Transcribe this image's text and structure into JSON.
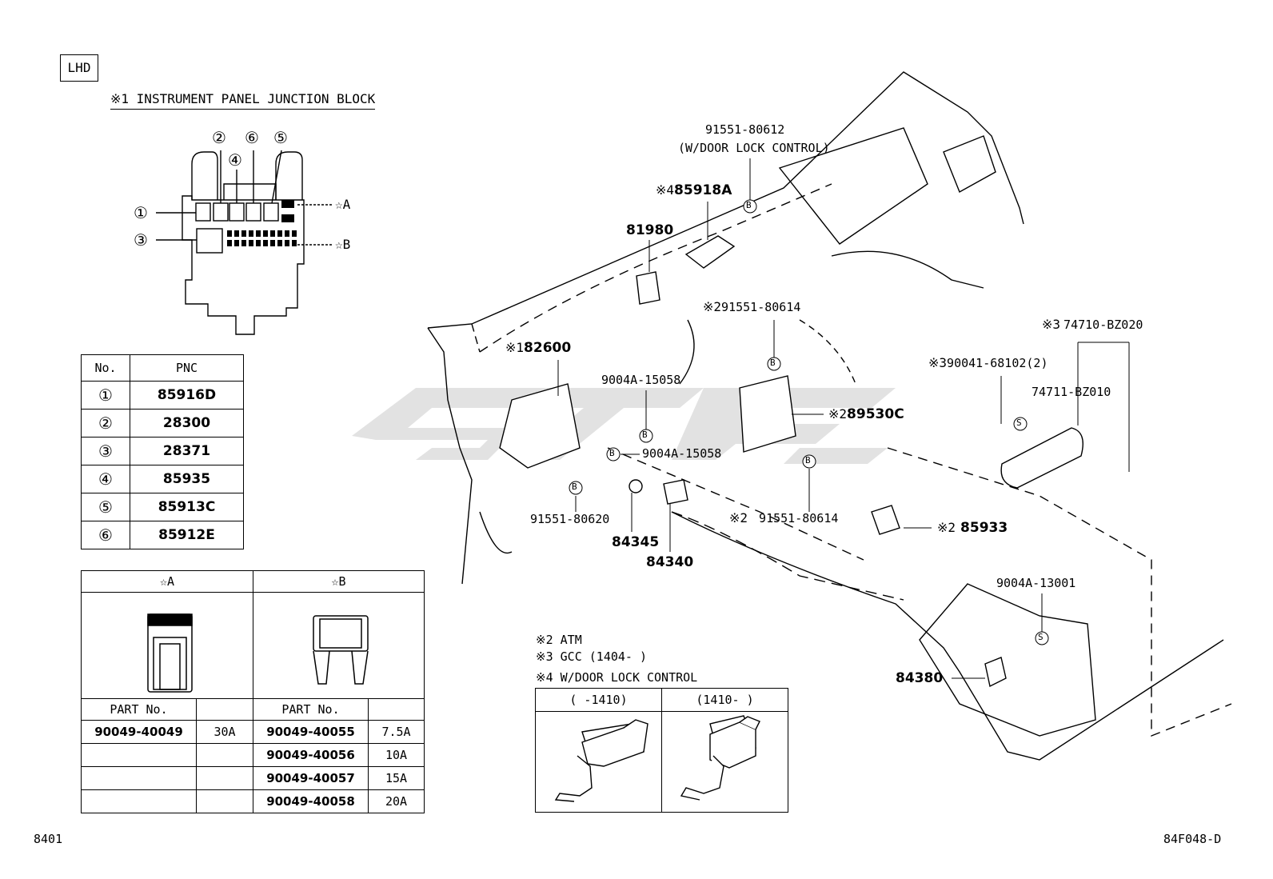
{
  "lhd_label": "LHD",
  "junction_title": "※1 INSTRUMENT PANEL JUNCTION BLOCK",
  "jb_callouts": [
    "①",
    "②",
    "③",
    "④",
    "⑤",
    "⑥",
    "☆A",
    "☆B"
  ],
  "pnc_table": {
    "headers": [
      "No.",
      "PNC"
    ],
    "rows": [
      {
        "no": "①",
        "pnc": "85916D"
      },
      {
        "no": "②",
        "pnc": "28300"
      },
      {
        "no": "③",
        "pnc": "28371"
      },
      {
        "no": "④",
        "pnc": "85935"
      },
      {
        "no": "⑤",
        "pnc": "85913C"
      },
      {
        "no": "⑥",
        "pnc": "85912E"
      }
    ]
  },
  "fuse_table": {
    "header_a": "☆A",
    "header_b": "☆B",
    "part_label": "PART No.",
    "a_rows": [
      {
        "part": "90049-40049",
        "amp": "30A"
      },
      {
        "part": "",
        "amp": ""
      },
      {
        "part": "",
        "amp": ""
      },
      {
        "part": "",
        "amp": ""
      }
    ],
    "b_rows": [
      {
        "part": "90049-40055",
        "amp": "7.5A"
      },
      {
        "part": "90049-40056",
        "amp": "10A"
      },
      {
        "part": "90049-40057",
        "amp": "15A"
      },
      {
        "part": "90049-40058",
        "amp": "20A"
      }
    ]
  },
  "notes": [
    "※2 ATM",
    "※3 GCC (1404-     )",
    "※4 W/DOOR LOCK CONTROL"
  ],
  "variant_table": {
    "left": "(    -1410)",
    "right": "(1410-     )"
  },
  "labels": {
    "p91551_80612": "91551-80612",
    "door_lock_ctrl": "(W/DOOR LOCK CONTROL)",
    "p85918a_mark": "※4",
    "p85918a": "85918A",
    "p81980": "81980",
    "p91551_80614a_mark": "※2",
    "p91551_80614a": "91551-80614",
    "p82600_mark": "※1",
    "p82600": "82600",
    "p9004a_15058a": "9004A-15058",
    "p9004a_15058b": "9004A-15058",
    "p89530c_mark": "※2",
    "p89530c": "89530C",
    "p91551_80620": "91551-80620",
    "p84345": "84345",
    "p84340": "84340",
    "p91551_80614b_mark": "※2",
    "p91551_80614b": "91551-80614",
    "p85933_mark": "※2",
    "p85933": "85933",
    "p74710_mark": "※3",
    "p74710": "74710-BZ020",
    "p90041_mark": "※3",
    "p90041": "90041-68102(2)",
    "p74711": "74711-BZ010",
    "p9004a_13001": "9004A-13001",
    "p84380": "84380",
    "marker_b": "B",
    "marker_s": "S"
  },
  "footer_left": "8401",
  "footer_right": "84F048-D",
  "watermark_color": "#e2e2e2"
}
